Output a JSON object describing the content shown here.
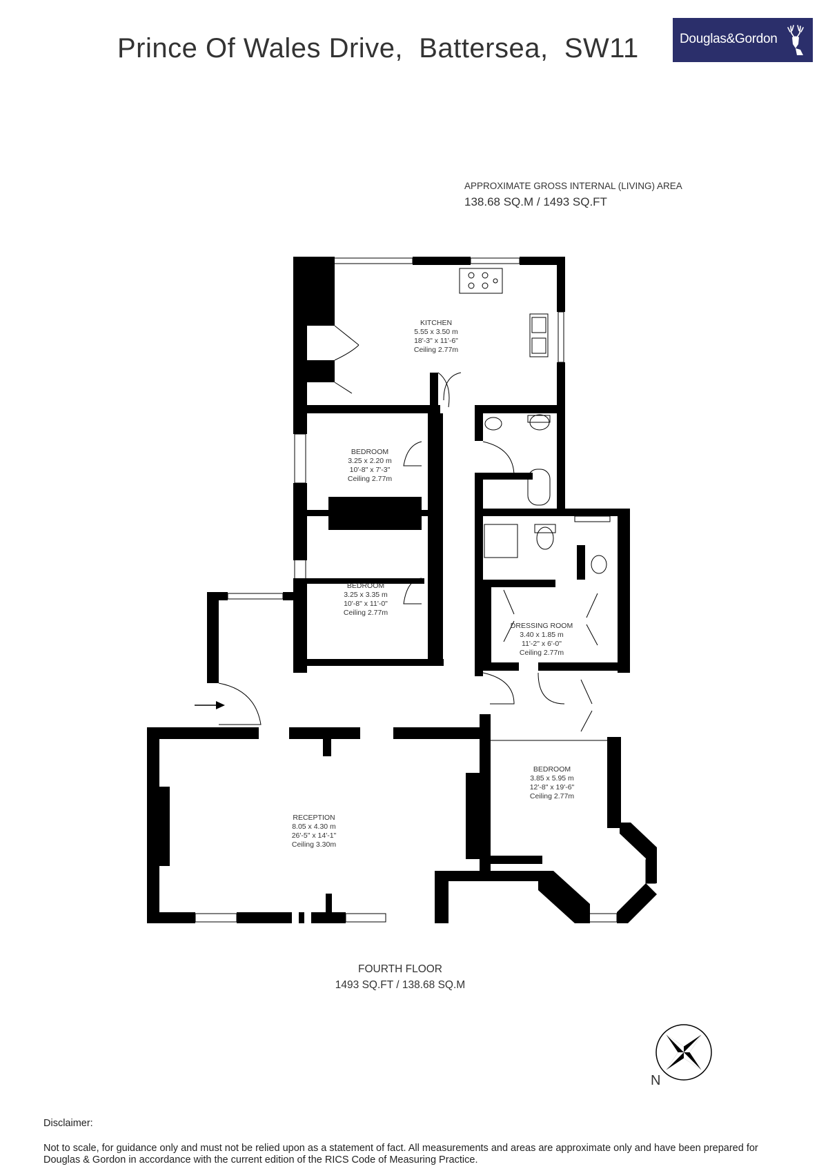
{
  "header": {
    "title": "Prince Of Wales Drive,  Battersea,  SW11",
    "logo_text": "Douglas&Gordon",
    "logo_icon": "stag-head-icon",
    "brand_color": "#2b2f6b"
  },
  "area": {
    "label": "APPROXIMATE GROSS INTERNAL (LIVING) AREA",
    "value": "138.68 SQ.M / 1493 SQ.FT"
  },
  "rooms": {
    "kitchen": {
      "name": "KITCHEN",
      "metric": "5.55 x 3.50 m",
      "imperial": "18'-3\" x 11'-6\"",
      "ceiling": "Ceiling 2.77m"
    },
    "bedroom1": {
      "name": "BEDROOM",
      "metric": "3.25 x 2.20 m",
      "imperial": "10'-8\" x 7'-3\"",
      "ceiling": "Ceiling 2.77m"
    },
    "bedroom2": {
      "name": "BEDROOM",
      "metric": "3.25 x 3.35 m",
      "imperial": "10'-8\" x 11'-0\"",
      "ceiling": "Ceiling 2.77m"
    },
    "dressing": {
      "name": "DRESSING ROOM",
      "metric": "3.40 x 1.85 m",
      "imperial": "11'-2\" x 6'-0\"",
      "ceiling": "Ceiling 2.77m"
    },
    "bedroom3": {
      "name": "BEDROOM",
      "metric": "3.85 x 5.95 m",
      "imperial": "12'-8\" x 19'-6\"",
      "ceiling": "Ceiling 2.77m"
    },
    "reception": {
      "name": "RECEPTION",
      "metric": "8.05 x 4.30 m",
      "imperial": "26'-5\" x 14'-1\"",
      "ceiling": "Ceiling 3.30m"
    }
  },
  "floor": {
    "name": "FOURTH FLOOR",
    "area": "1493 SQ.FT  / 138.68 SQ.M"
  },
  "compass": {
    "label": "N",
    "icon": "compass-rose-icon"
  },
  "disclaimer": {
    "heading": "Disclaimer:",
    "text": "Not to scale, for guidance only and must not be relied upon as a statement of fact. All measurements and areas are approximate only and have been prepared for Douglas & Gordon in accordance with the current edition of the RICS Code of Measuring Practice."
  }
}
